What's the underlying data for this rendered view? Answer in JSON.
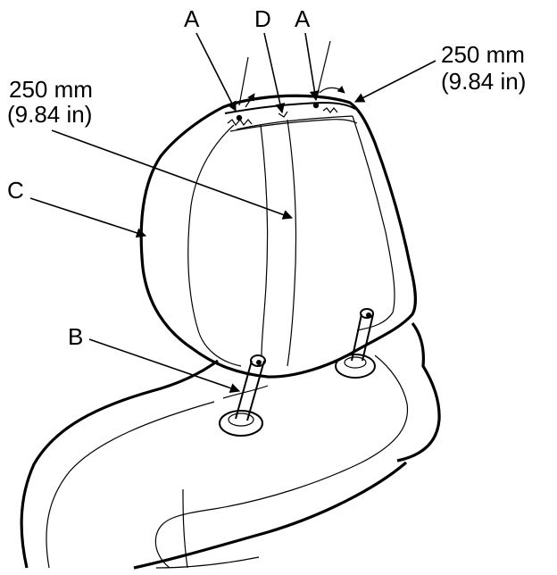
{
  "labels": {
    "a_left": "A",
    "d": "D",
    "a_right": "A",
    "b": "B",
    "c": "C",
    "dim_left_mm": "250 mm",
    "dim_left_in": "(9.84 in)",
    "dim_right_mm": "250 mm",
    "dim_right_in": "(9.84 in)"
  }
}
